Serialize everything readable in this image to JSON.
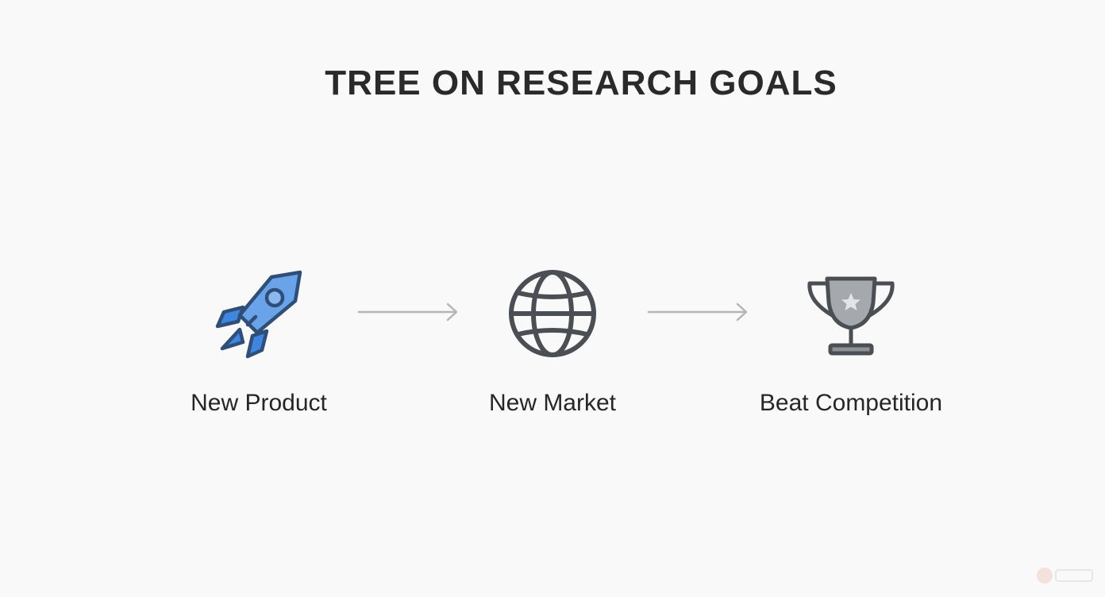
{
  "title": "TREE ON RESEARCH GOALS",
  "nodes": [
    {
      "label": "New Product",
      "icon": "rocket-icon",
      "color": "#4a8be0"
    },
    {
      "label": "New Market",
      "icon": "globe-icon",
      "color": "#4b4f54"
    },
    {
      "label": "Beat Competition",
      "icon": "trophy-icon",
      "color": "#9a9ea4"
    }
  ],
  "arrow_color": "#b5b5b5"
}
